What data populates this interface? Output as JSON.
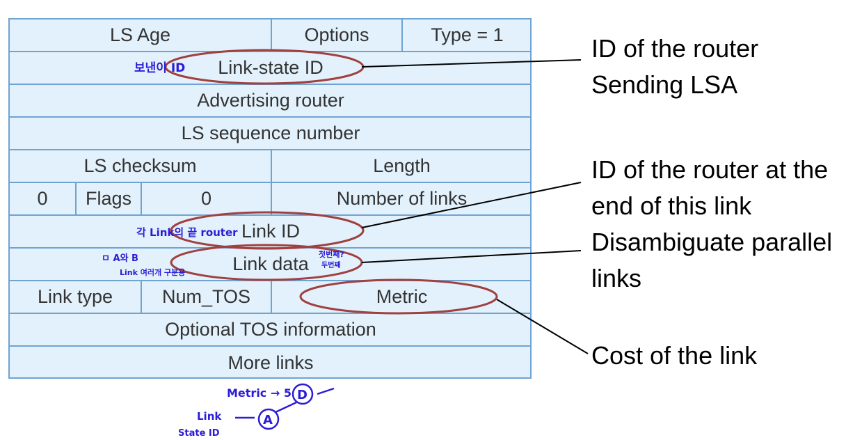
{
  "table": {
    "rows": [
      [
        {
          "text": "LS Age"
        },
        {
          "text": "Options"
        },
        {
          "text": "Type = 1"
        }
      ],
      [
        {
          "text": "Link-state ID"
        }
      ],
      [
        {
          "text": "Advertising router"
        }
      ],
      [
        {
          "text": "LS sequence number"
        }
      ],
      [
        {
          "text": "LS checksum"
        },
        {
          "text": "Length"
        }
      ],
      [
        {
          "text": "0"
        },
        {
          "text": "Flags"
        },
        {
          "text": "0"
        },
        {
          "text": "Number of links"
        }
      ],
      [
        {
          "text": "Link ID"
        }
      ],
      [
        {
          "text": "Link data"
        }
      ],
      [
        {
          "text": "Link type"
        },
        {
          "text": "Num_TOS"
        },
        {
          "text": "Metric"
        }
      ],
      [
        {
          "text": "Optional TOS information"
        }
      ],
      [
        {
          "text": "More links"
        }
      ]
    ]
  },
  "annotations": {
    "link_state_id": "ID of the router\nSending LSA",
    "link_id": "ID of the router at the\nend of this link",
    "link_data": "Disambiguate parallel\nlinks",
    "metric": "Cost of the link"
  },
  "handwriting": {
    "sender_id": "보낸이 ID",
    "link_end_router": "각 Link의 끝 router",
    "a_to_b_line1": "ㅁ A와 B",
    "a_to_b_line2": "Link 여러개 구분용",
    "link_data_question": "첫번째?",
    "link_data_question2": "두번째",
    "metric_example": "Metric → 5",
    "node_d": "D",
    "node_a": "A",
    "link_state_id_label1": "Link",
    "link_state_id_label2": "State ID"
  },
  "colors": {
    "table_background": "#e2f1fb",
    "table_border": "#6fa3d2",
    "ellipse": "#a0403f",
    "handwriting": "#2b1cd6"
  }
}
